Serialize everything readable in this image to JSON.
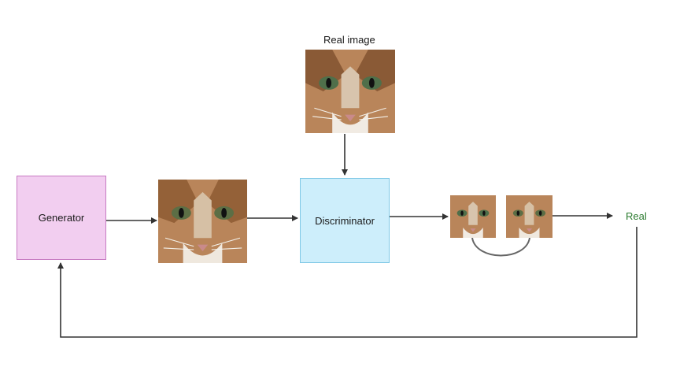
{
  "nodes": {
    "generator": "Generator",
    "discriminator": "Discriminator"
  },
  "labels": {
    "real_image": "Real image",
    "output": "Real"
  },
  "images": {
    "real_image": "cat-face-photo",
    "generated_image": "cat-face-photo",
    "comparison_left": "cat-face-photo",
    "comparison_right": "cat-face-photo"
  },
  "colors": {
    "generator_fill": "#f2cef0",
    "discriminator_fill": "#cdeefb",
    "output_text": "#2e7d32",
    "arrow": "#333333"
  }
}
